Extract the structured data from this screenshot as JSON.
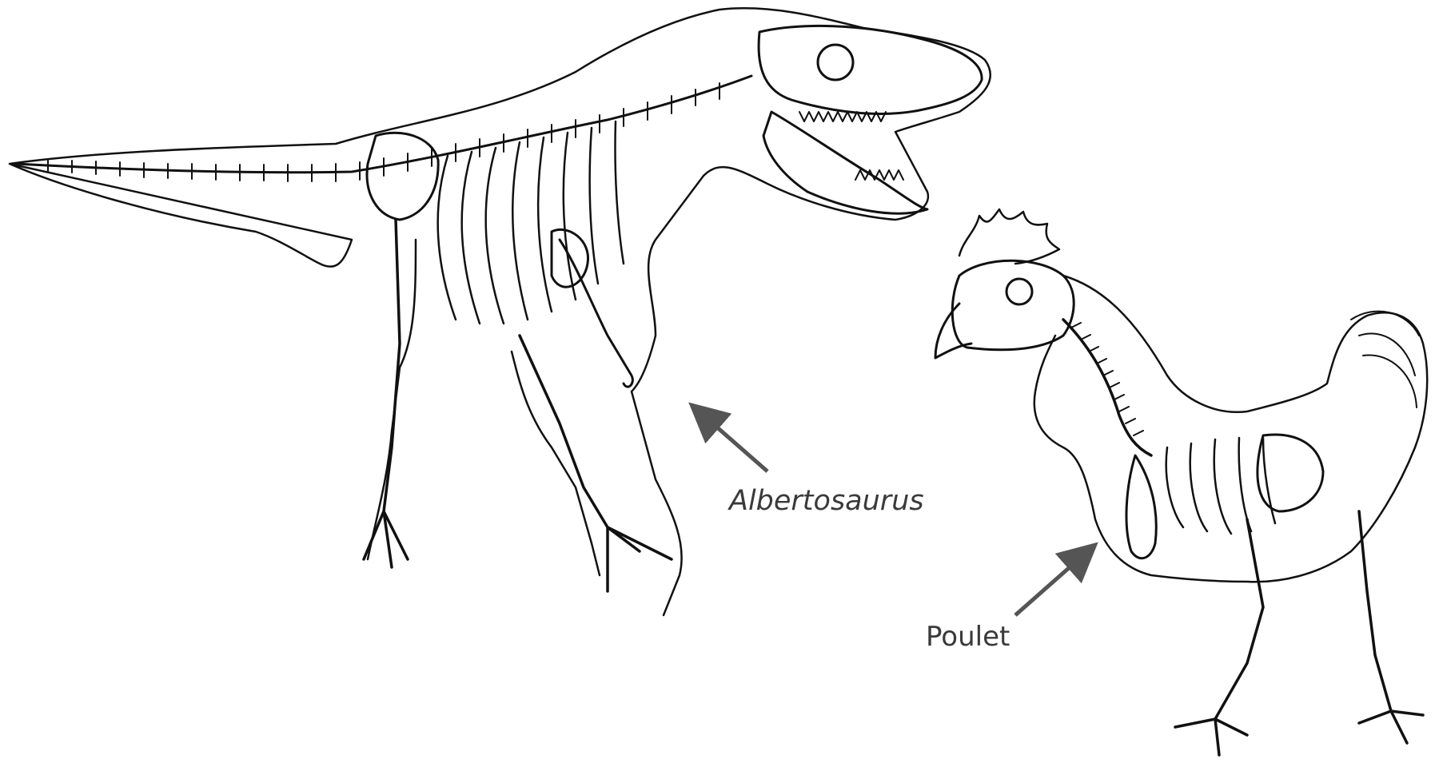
{
  "diagram": {
    "labels": {
      "dinosaur": "Albertosaurus",
      "bird": "Poulet"
    },
    "figures": [
      {
        "id": "albertosaurus",
        "depicts": "dinosaur skeleton inside body outline"
      },
      {
        "id": "chicken",
        "depicts": "chicken skeleton inside body outline"
      }
    ],
    "arrows": [
      {
        "from": "Albertosaurus",
        "points_to": "albertosaurus",
        "color": "#555555"
      },
      {
        "from": "Poulet",
        "points_to": "chicken",
        "color": "#555555"
      }
    ],
    "colors": {
      "line_art": "#111111",
      "label_text": "#3a3a3a",
      "background": "#ffffff"
    }
  }
}
